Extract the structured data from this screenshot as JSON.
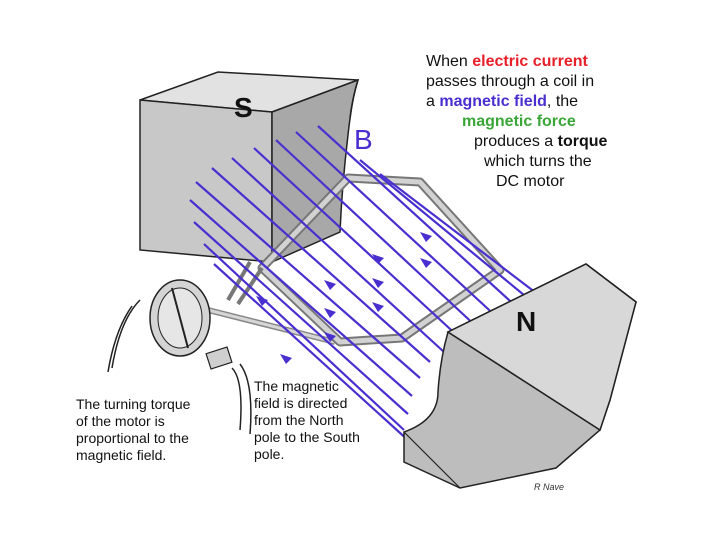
{
  "labels": {
    "south_pole": "S",
    "north_pole": "N",
    "field": "B",
    "credit": "R Nave"
  },
  "description": {
    "line1_a": "When ",
    "line1_b": "electric current",
    "line2": "passes through a  coil in",
    "line3_a": "a ",
    "line3_b": "magnetic field",
    "line3_c": ", the",
    "line4": "magnetic force",
    "line5_a": "produces a ",
    "line5_b": "torque",
    "line6": "which turns the",
    "line7": "DC motor"
  },
  "notes": {
    "torque": [
      "The turning torque",
      "of the motor is",
      "proportional to the",
      "magnetic field."
    ],
    "field": [
      "The magnetic",
      "field is directed",
      "from the  North",
      "pole to the South",
      "pole."
    ]
  },
  "colors": {
    "field_lines": "#4a2fd0",
    "electric_current": "#e8202a",
    "magnetic_field": "#4a2fd0",
    "magnetic_force": "#3aa637",
    "magnet_front": "#c8c8c8",
    "magnet_top": "#e2e2e2",
    "magnet_side": "#a8a8a8",
    "coil": "#c4c4c4"
  },
  "icons": [
    "magnet-south-pole",
    "magnet-north-pole",
    "wire-coil",
    "commutator",
    "field-arrow"
  ]
}
